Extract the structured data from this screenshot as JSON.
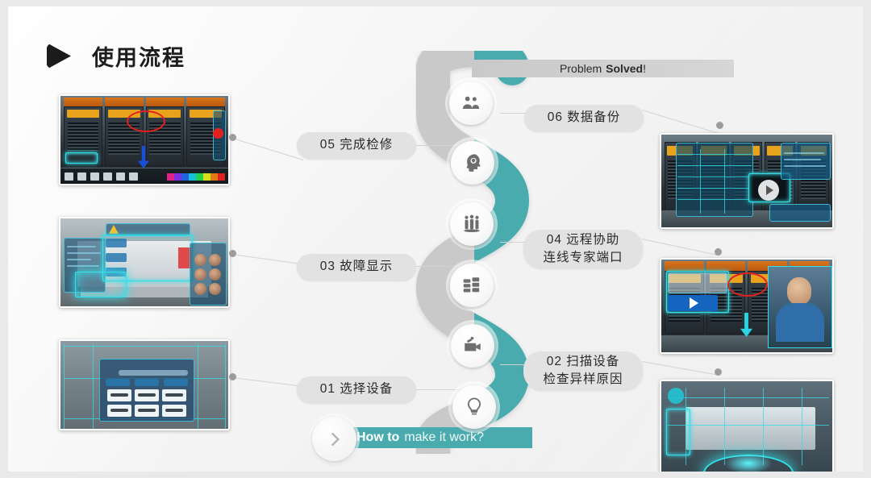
{
  "slide": {
    "title": "使用流程",
    "title_icon": "play-triangle-icon",
    "accent_color": "#4aabae",
    "gray_color": "#c8c8c8",
    "background": "#f4f4f4"
  },
  "banners": {
    "top": {
      "prefix": "Problem ",
      "bold": "Solved",
      "suffix": "!"
    },
    "bottom": {
      "bold": "How to",
      "rest": "make it work?"
    }
  },
  "steps": [
    {
      "num": "06",
      "line1": "06 数据备份",
      "line2": "",
      "icon": "two-people-icon"
    },
    {
      "num": "05",
      "line1": "05 完成检修",
      "line2": "",
      "icon": "head-idea-icon"
    },
    {
      "num": "04",
      "line1": "04 远程协助",
      "line2": "连线专家端口",
      "icon": "people-group-icon"
    },
    {
      "num": "03",
      "line1": "03 故障显示",
      "line2": "",
      "icon": "server-stack-icon"
    },
    {
      "num": "02",
      "line1": "02 扫描设备",
      "line2": "检查异样原因",
      "icon": "camera-scan-icon"
    },
    {
      "num": "01",
      "line1": "01 选择设备",
      "line2": "",
      "icon": "lightbulb-icon"
    }
  ],
  "thumbnails": {
    "left": [
      {
        "id": "thumb-repair-complete",
        "caption": ""
      },
      {
        "id": "thumb-fault-display",
        "caption": ""
      },
      {
        "id": "thumb-select-device",
        "caption": ""
      }
    ],
    "right": [
      {
        "id": "thumb-data-backup",
        "caption": ""
      },
      {
        "id": "thumb-remote-assist",
        "caption": ""
      },
      {
        "id": "thumb-scan-device",
        "caption": ""
      }
    ]
  }
}
